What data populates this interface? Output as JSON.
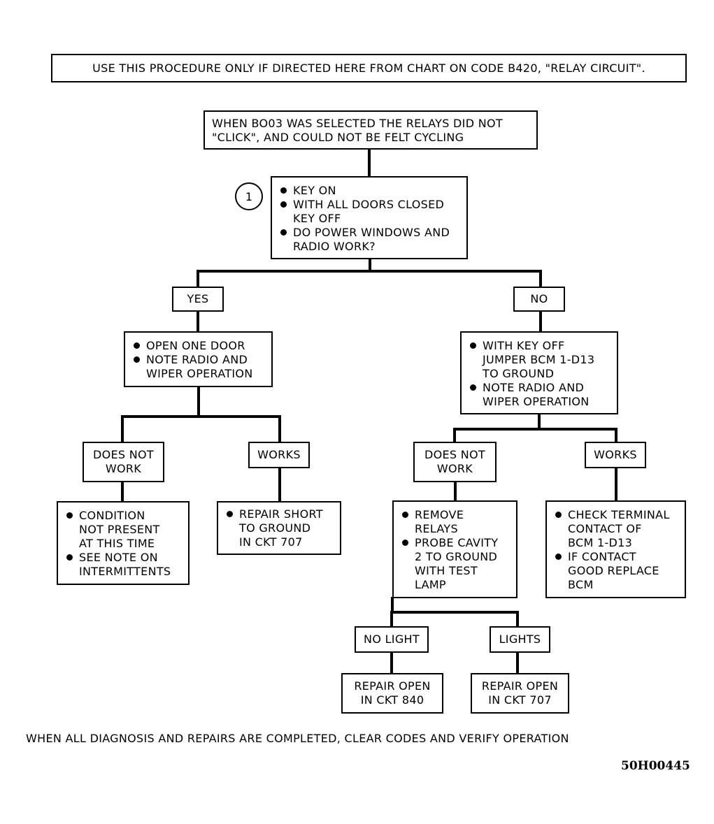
{
  "header_note": "USE THIS PROCEDURE ONLY IF DIRECTED HERE FROM CHART ON CODE B420, \"RELAY CIRCUIT\".",
  "start": {
    "line1": "WHEN BO03 WAS SELECTED THE RELAYS DID NOT",
    "line2": "\"CLICK\", AND COULD NOT BE FELT CYCLING"
  },
  "step_marker": "1",
  "step1": {
    "b1": [
      "KEY ON"
    ],
    "b2": [
      "WITH ALL DOORS CLOSED",
      "KEY OFF"
    ],
    "b3": [
      "DO POWER WINDOWS AND",
      "RADIO WORK?"
    ]
  },
  "branch_yes": "YES",
  "branch_no": "NO",
  "yes_test": {
    "b1": [
      "OPEN ONE DOOR"
    ],
    "b2": [
      "NOTE RADIO AND",
      "WIPER OPERATION"
    ]
  },
  "no_test": {
    "b1": [
      "WITH KEY OFF",
      "JUMPER BCM 1-D13",
      "TO GROUND"
    ],
    "b2": [
      "NOTE RADIO AND",
      "WIPER OPERATION"
    ]
  },
  "yes_does_not_work": [
    "DOES NOT",
    "WORK"
  ],
  "yes_works": "WORKS",
  "no_does_not_work": [
    "DOES NOT",
    "WORK"
  ],
  "no_works": "WORKS",
  "yes_dnw_action": {
    "b1": [
      "CONDITION",
      "NOT PRESENT",
      "AT THIS TIME"
    ],
    "b2": [
      "SEE NOTE ON",
      "INTERMITTENTS"
    ]
  },
  "yes_works_action": {
    "b1": [
      "REPAIR SHORT",
      "TO GROUND",
      "IN CKT 707"
    ]
  },
  "no_dnw_action": {
    "b1": [
      "REMOVE",
      "RELAYS"
    ],
    "b2": [
      "PROBE CAVITY",
      "2 TO GROUND",
      "WITH TEST",
      "LAMP"
    ]
  },
  "no_works_action": {
    "b1": [
      "CHECK TERMINAL",
      "CONTACT OF",
      "BCM 1-D13"
    ],
    "b2": [
      "IF CONTACT",
      "GOOD REPLACE",
      "BCM"
    ]
  },
  "no_light": "NO LIGHT",
  "lights": "LIGHTS",
  "no_light_action": [
    "REPAIR OPEN",
    "IN CKT 840"
  ],
  "lights_action": [
    "REPAIR OPEN",
    "IN CKT 707"
  ],
  "footer_note": "WHEN  ALL DIAGNOSIS AND REPAIRS ARE COMPLETED, CLEAR CODES AND VERIFY OPERATION",
  "figure_id": "50H00445"
}
